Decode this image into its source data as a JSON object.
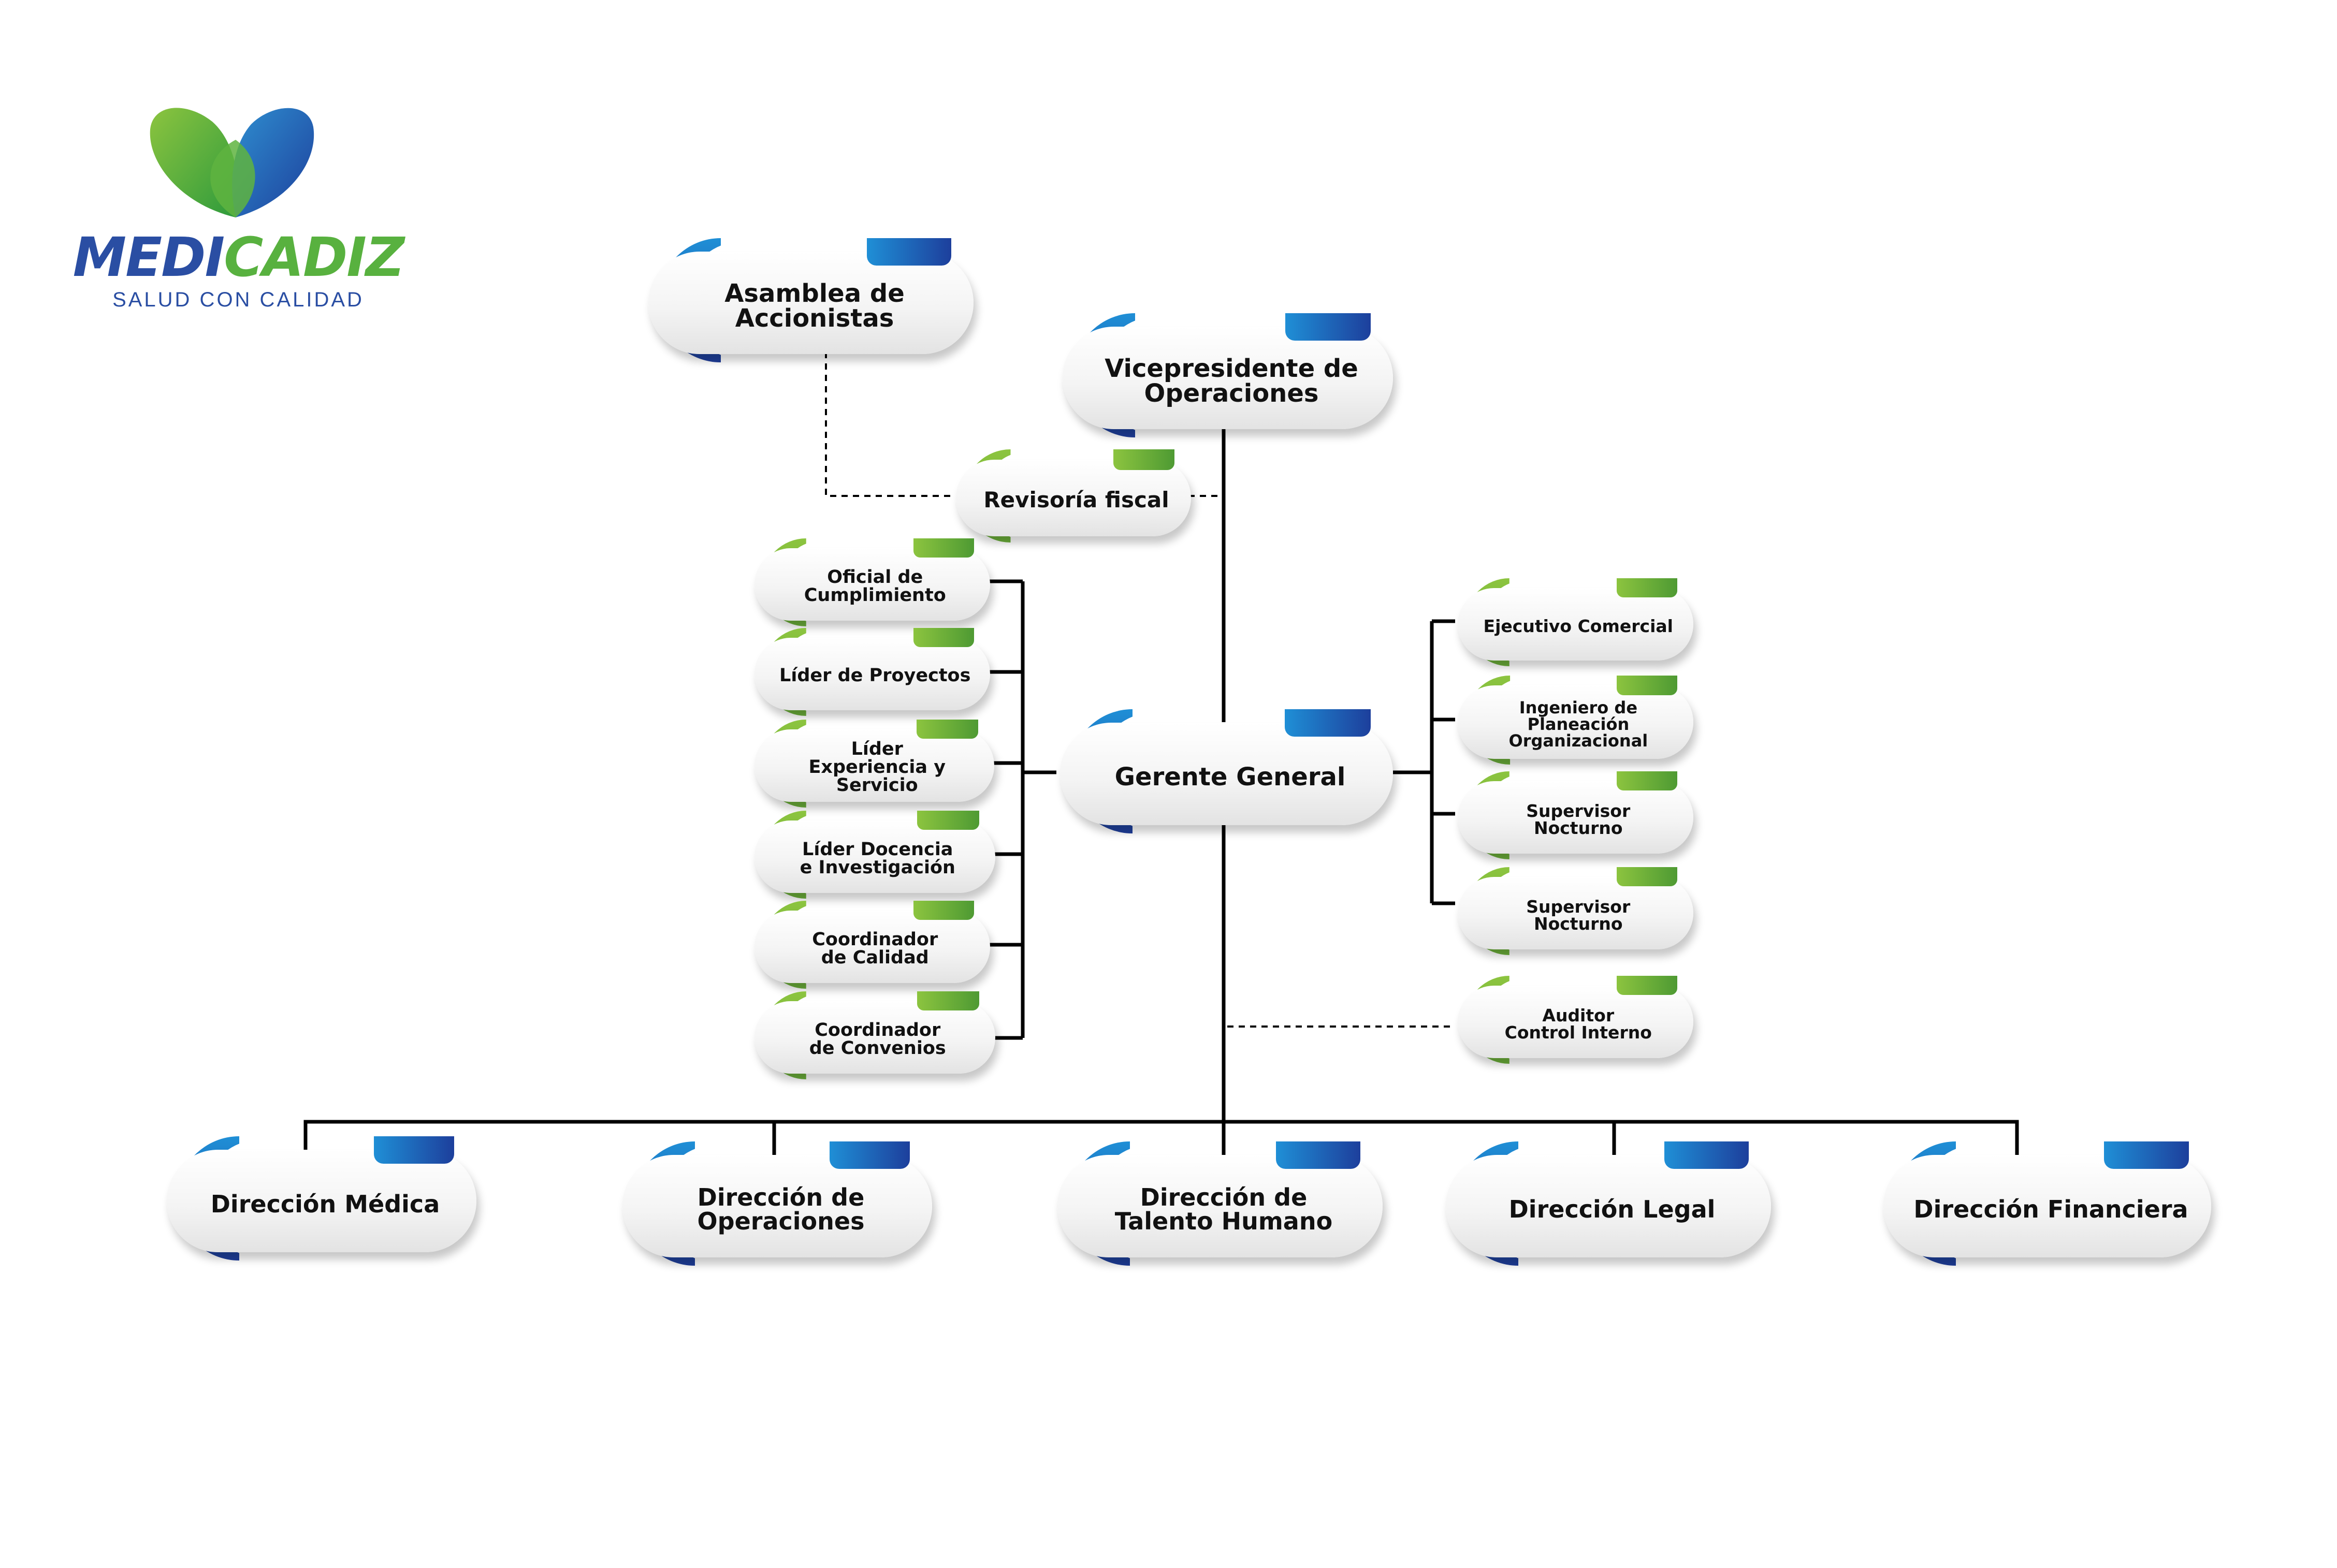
{
  "logo": {
    "brand_part1": "MEDI",
    "brand_part2": "CADIZ",
    "tagline": "SALUD CON CALIDAD"
  },
  "colors": {
    "blue_accent": "#1f3d9a",
    "blue_light": "#1f8fd6",
    "green_accent": "#6aae3a",
    "green_light": "#8cc43f",
    "line": "#000000"
  },
  "org": {
    "asamblea": "Asamblea de\nAccionistas",
    "vicepresidente": "Vicepresidente de\nOperaciones",
    "revisoria": "Revisoría fiscal",
    "gerente": "Gerente General",
    "left_staff": [
      "Oficial de\nCumplimiento",
      "Líder de Proyectos",
      "Líder\nExperiencia y Servicio",
      "Líder Docencia\ne Investigación",
      "Coordinador\nde Calidad",
      "Coordinador\nde Convenios"
    ],
    "right_staff": [
      "Ejecutivo Comercial",
      "Ingeniero de\nPlaneación\nOrganizacional",
      "Supervisor\nNocturno",
      "Supervisor\nNocturno"
    ],
    "auditor": "Auditor\nControl Interno",
    "direcciones": [
      "Dirección Médica",
      "Dirección de\nOperaciones",
      "Dirección de\nTalento Humano",
      "Dirección Legal",
      "Dirección Financiera"
    ]
  }
}
